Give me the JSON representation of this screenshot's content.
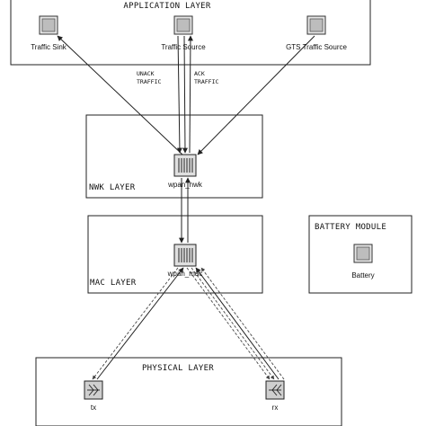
{
  "layers": {
    "application": "APPLICATION LAYER",
    "nwk": "NWK LAYER",
    "mac": "MAC LAYER",
    "physical": "PHYSICAL LAYER",
    "battery": "BATTERY MODULE"
  },
  "nodes": {
    "traffic_sink": "Traffic Sink",
    "traffic_source": "Traffic Source",
    "gts_traffic_source": "GTS Traffic Source",
    "wpan_nwk": "wpan_nwk",
    "wpan_mac": "wpan_mac",
    "battery": "Battery",
    "tx": "tx",
    "rx": "rx"
  },
  "edge_labels": {
    "unack_line1": "UNACK",
    "unack_line2": "TRAFFIC",
    "ack_line1": "ACK",
    "ack_line2": "TRAFFIC"
  },
  "colors": {
    "line": "#222222",
    "node_fill": "#c9c9c9",
    "node_border": "#333333"
  }
}
